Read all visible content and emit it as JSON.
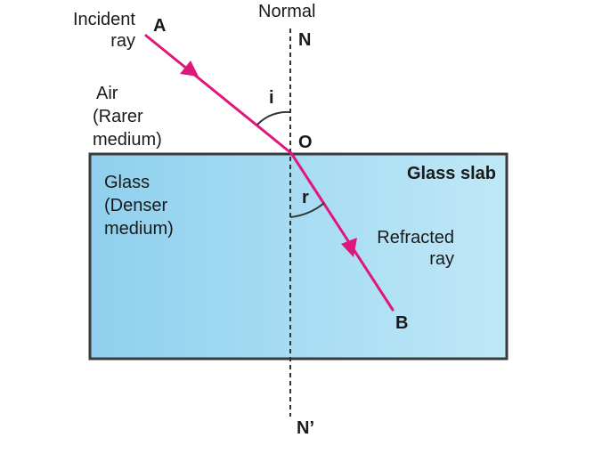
{
  "labels": {
    "normal": "Normal",
    "incident_line1": "Incident",
    "incident_line2": "ray",
    "air_line1": "Air",
    "air_line2": "(Rarer",
    "air_line3": "medium)",
    "glass_line1": "Glass",
    "glass_line2": "(Denser",
    "glass_line3": "medium)",
    "glass_slab": "Glass slab",
    "refracted_line1": "Refracted",
    "refracted_line2": "ray"
  },
  "points": {
    "A": "A",
    "N": "N",
    "O": "O",
    "B": "B",
    "N_prime": "N’"
  },
  "angles": {
    "incidence": "i",
    "refraction": "r"
  },
  "colors": {
    "ray": "#e0177a",
    "slab_fill_left": "#8fd0ee",
    "slab_fill_right": "#bfe8f7",
    "slab_border": "#3a3a3a",
    "normal_line": "#333333"
  }
}
